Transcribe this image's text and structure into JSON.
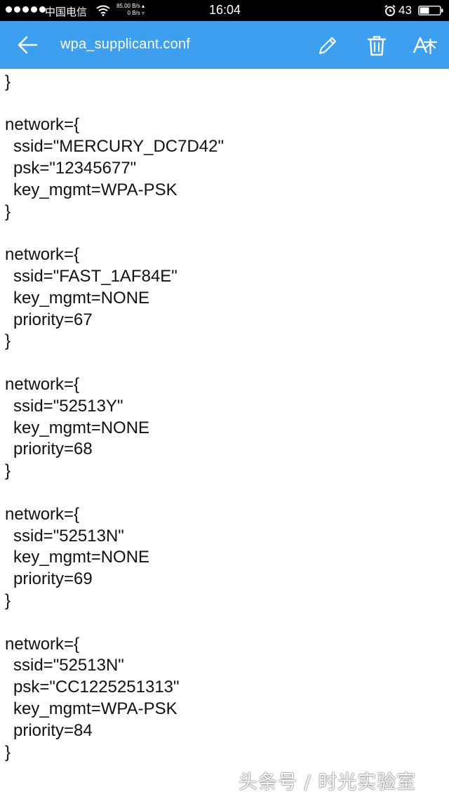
{
  "status_bar": {
    "carrier": "中国电信",
    "speed_up": "85.00 B/s ▴",
    "speed_down": "0 B/s ▿",
    "time": "16:04",
    "battery": "43"
  },
  "app_bar": {
    "title": "wpa_supplicant.conf",
    "icons": [
      "back-arrow-icon",
      "pencil-icon",
      "trash-icon",
      "font-size-icon"
    ]
  },
  "file_lines": [
    {
      "text": "key_mgmt=WPA-PSK",
      "indent": true
    },
    {
      "text": "}",
      "indent": false
    },
    {
      "text": "",
      "indent": false
    },
    {
      "text": "network={",
      "indent": false
    },
    {
      "text": "ssid=\"MERCURY_DC7D42\"",
      "indent": true
    },
    {
      "text": "psk=\"12345677\"",
      "indent": true
    },
    {
      "text": "key_mgmt=WPA-PSK",
      "indent": true
    },
    {
      "text": "}",
      "indent": false
    },
    {
      "text": "",
      "indent": false
    },
    {
      "text": "network={",
      "indent": false
    },
    {
      "text": "ssid=\"FAST_1AF84E\"",
      "indent": true
    },
    {
      "text": "key_mgmt=NONE",
      "indent": true
    },
    {
      "text": "priority=67",
      "indent": true
    },
    {
      "text": "}",
      "indent": false
    },
    {
      "text": "",
      "indent": false
    },
    {
      "text": "network={",
      "indent": false
    },
    {
      "text": "ssid=\"52513Y\"",
      "indent": true
    },
    {
      "text": "key_mgmt=NONE",
      "indent": true
    },
    {
      "text": "priority=68",
      "indent": true
    },
    {
      "text": "}",
      "indent": false
    },
    {
      "text": "",
      "indent": false
    },
    {
      "text": "network={",
      "indent": false
    },
    {
      "text": "ssid=\"52513N\"",
      "indent": true
    },
    {
      "text": "key_mgmt=NONE",
      "indent": true
    },
    {
      "text": "priority=69",
      "indent": true
    },
    {
      "text": "}",
      "indent": false
    },
    {
      "text": "",
      "indent": false
    },
    {
      "text": "network={",
      "indent": false
    },
    {
      "text": "ssid=\"52513N\"",
      "indent": true
    },
    {
      "text": "psk=\"CC1225251313\"",
      "indent": true
    },
    {
      "text": "key_mgmt=WPA-PSK",
      "indent": true
    },
    {
      "text": "priority=84",
      "indent": true
    },
    {
      "text": "}",
      "indent": false
    }
  ],
  "watermark": "头条号 / 时光实验室",
  "colors": {
    "app_bar": "#3c9ff0",
    "status_bar": "#000000",
    "text": "#111111"
  }
}
